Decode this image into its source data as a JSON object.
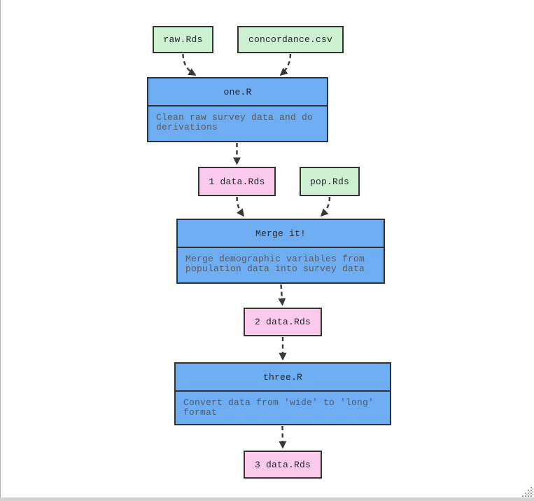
{
  "diagram": {
    "nodes": {
      "raw": {
        "label": "raw.Rds",
        "fill": "#cdf1d1"
      },
      "concordance": {
        "label": "concordance.csv",
        "fill": "#cdf1d1"
      },
      "one": {
        "title": "one.R",
        "description": "Clean raw survey data and do derivations",
        "fill": "#6fadf3"
      },
      "data1": {
        "label": "1 data.Rds",
        "fill": "#fbc9ec"
      },
      "pop": {
        "label": "pop.Rds",
        "fill": "#cdf1d1"
      },
      "merge": {
        "title": "Merge it!",
        "description": "Merge demographic variables from population data into survey data",
        "fill": "#6fadf3"
      },
      "data2": {
        "label": "2 data.Rds",
        "fill": "#fbc9ec"
      },
      "three": {
        "title": "three.R",
        "description": "Convert data from 'wide' to 'long' format",
        "fill": "#6fadf3"
      },
      "data3": {
        "label": "3 data.Rds",
        "fill": "#fbc9ec"
      }
    },
    "edges": [
      {
        "from": "raw.Rds",
        "to": "one.R"
      },
      {
        "from": "concordance.csv",
        "to": "one.R"
      },
      {
        "from": "one.R",
        "to": "1 data.Rds"
      },
      {
        "from": "1 data.Rds",
        "to": "Merge it!"
      },
      {
        "from": "pop.Rds",
        "to": "Merge it!"
      },
      {
        "from": "Merge it!",
        "to": "2 data.Rds"
      },
      {
        "from": "2 data.Rds",
        "to": "three.R"
      },
      {
        "from": "three.R",
        "to": "3 data.Rds"
      }
    ],
    "edge_style": "dashed",
    "colors": {
      "input_file_fill": "#cdf1d1",
      "script_fill": "#6fadf3",
      "derived_data_fill": "#fbc9ec",
      "node_border": "#33322e",
      "title_text": "#22252a",
      "description_text": "#565b61",
      "edge_stroke": "#383838",
      "pane_edge": "#aeaeae",
      "scrollbar_track": "#d2d2d2"
    }
  }
}
